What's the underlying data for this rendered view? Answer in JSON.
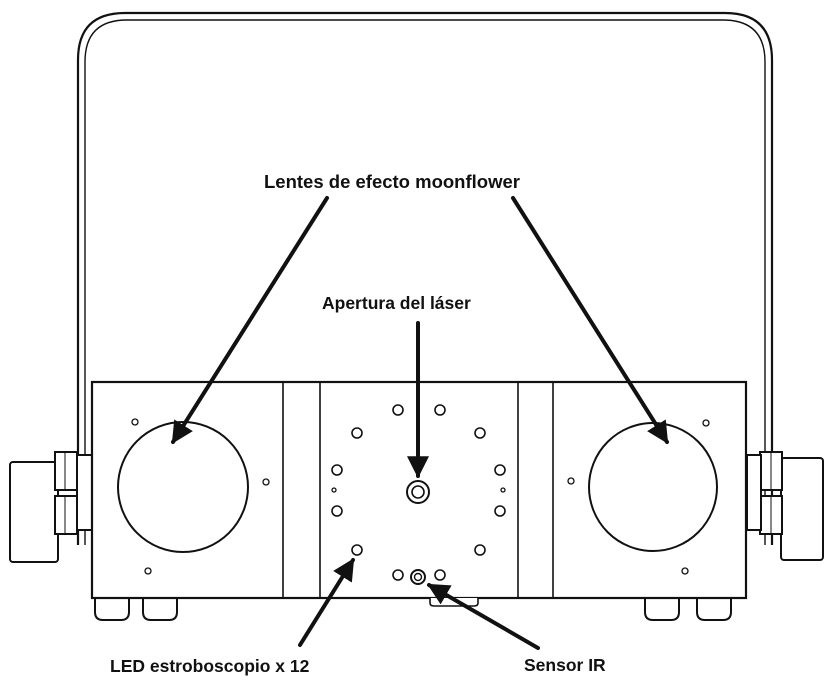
{
  "labels": {
    "moonflower_lenses": "Lentes de efecto moonflower",
    "laser_aperture": "Apertura del láser",
    "strobe_leds": "LED estroboscopio x 12",
    "ir_sensor": "Sensor IR"
  },
  "colors": {
    "line": "#111111",
    "background": "#ffffff"
  }
}
